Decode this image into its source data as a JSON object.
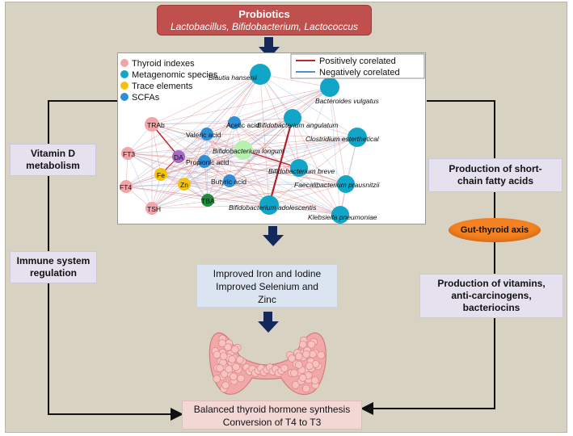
{
  "probiotics": {
    "title": "Probiotics",
    "species": "Lactobacillus, Bifidobacterium, Lactococcus"
  },
  "left_labels": {
    "vitamin_d": [
      "Vitamin D",
      "metabolism"
    ],
    "immune": [
      "Immune system",
      "regulation"
    ]
  },
  "right_labels": {
    "scfa": [
      "Production of short-",
      "chain fatty acids"
    ],
    "vitamins": [
      "Production of vitamins,",
      "anti-carcinogens,",
      "bacteriocins"
    ]
  },
  "gut_axis": "Gut-thyroid axis",
  "improved": [
    "Improved Iron and Iodine",
    "Improved  Selenium and",
    "Zinc"
  ],
  "balanced": [
    "Balanced thyroid hormone synthesis",
    "Conversion of T4 to T3"
  ],
  "network": {
    "legend_nodes": [
      {
        "label": "Thyroid indexes",
        "color": "#f4a3a8"
      },
      {
        "label": "Metagenomic species",
        "color": "#11a6c8"
      },
      {
        "label": "Trace elements",
        "color": "#f3c20c"
      },
      {
        "label": "SCFAs",
        "color": "#2f8ed6"
      }
    ],
    "legend_edges": [
      {
        "label": "Positively corelated",
        "color": "#c0272d"
      },
      {
        "label": "Negatively corelated",
        "color": "#4a8fd4"
      }
    ],
    "colors": {
      "thyroid": "#f4a3a8",
      "species": "#11a6c8",
      "trace": "#f3c20c",
      "scfa": "#2f8ed6",
      "da": "#a568c8",
      "tba": "#1e8a3c",
      "longum": "#b8f0b0"
    },
    "nodes": [
      {
        "id": "blautia",
        "label": "Blautia hansenii",
        "type": "species",
        "italic": true
      },
      {
        "id": "bvulgatus",
        "label": "Bacteroides vulgatus",
        "type": "species",
        "italic": true
      },
      {
        "id": "bangulatum",
        "label": "Bifidobacterium angulatum",
        "type": "species",
        "italic": true
      },
      {
        "id": "clostridium",
        "label": "Clostridium esterthetical",
        "type": "species",
        "italic": true
      },
      {
        "id": "blongum",
        "label": "Bifidobacterium longum",
        "type": "longum",
        "italic": true
      },
      {
        "id": "bbreve",
        "label": "Bifidobacterium breve",
        "type": "species",
        "italic": true
      },
      {
        "id": "faecali",
        "label": "Faecalibacterium prausnitzii",
        "type": "species",
        "italic": true
      },
      {
        "id": "badolescentis",
        "label": "Bifidobacterium adolescentis",
        "type": "species",
        "italic": true
      },
      {
        "id": "klebsiella",
        "label": "Klebsiella pneumoniae",
        "type": "species",
        "italic": true
      },
      {
        "id": "acetic",
        "label": "Acetic acid",
        "type": "scfa",
        "italic": false
      },
      {
        "id": "valeric",
        "label": "Valeric acid",
        "type": "scfa",
        "italic": false
      },
      {
        "id": "propionic",
        "label": "Propionic acid",
        "type": "scfa",
        "italic": false
      },
      {
        "id": "butyric",
        "label": "Butyric acid",
        "type": "scfa",
        "italic": false
      },
      {
        "id": "trab",
        "label": "TRAb",
        "type": "thyroid",
        "italic": false
      },
      {
        "id": "ft3",
        "label": "FT3",
        "type": "thyroid",
        "italic": false
      },
      {
        "id": "ft4",
        "label": "FT4",
        "type": "thyroid",
        "italic": false
      },
      {
        "id": "tsh",
        "label": "TSH",
        "type": "thyroid",
        "italic": false
      },
      {
        "id": "da",
        "label": "DA",
        "type": "da",
        "italic": false
      },
      {
        "id": "fe",
        "label": "Fe",
        "type": "trace",
        "italic": false
      },
      {
        "id": "zn",
        "label": "Zn",
        "type": "trace",
        "italic": false
      },
      {
        "id": "tba",
        "label": "TBA",
        "type": "tba",
        "italic": false
      }
    ]
  }
}
